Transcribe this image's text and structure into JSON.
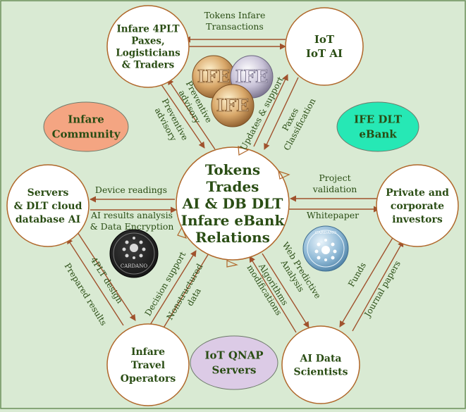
{
  "center": {
    "lines": [
      "Tokens",
      "Trades",
      "AI & DB DLT",
      "Infare eBank",
      "Relations"
    ]
  },
  "nodes": [
    {
      "id": "node-4plt",
      "lines": [
        "Infare 4PLT",
        "Paxes,",
        "Logisticians",
        "& Traders"
      ]
    },
    {
      "id": "node-iot",
      "lines": [
        "IoT",
        "IoT AI"
      ]
    },
    {
      "id": "node-servers",
      "lines": [
        "Servers",
        "& DLT cloud",
        "database AI"
      ]
    },
    {
      "id": "node-investors",
      "lines": [
        "Private and",
        "corporate",
        "investors"
      ]
    },
    {
      "id": "node-travel",
      "lines": [
        "Infare",
        "Travel",
        "Operators"
      ]
    },
    {
      "id": "node-scientists",
      "lines": [
        "AI Data",
        "Scientists"
      ]
    }
  ],
  "boxes": [
    {
      "id": "infare-community",
      "lines": [
        "Infare",
        "Community"
      ],
      "color": "#f4a582"
    },
    {
      "id": "ife-dlt-ebank",
      "lines": [
        "IFE DLT",
        "eBank"
      ],
      "color": "#26e8b5"
    },
    {
      "id": "iot-qnap",
      "lines": [
        "IoT QNAP",
        "Servers"
      ],
      "color": "#dccbe6"
    }
  ],
  "edge_labels": [
    {
      "id": "tokens-infare-transactions",
      "lines": [
        "Tokens Infare",
        "Transactions"
      ]
    },
    {
      "id": "preventive-advisory-left",
      "lines": [
        "Preventive",
        "advisory"
      ]
    },
    {
      "id": "preventive-advisory-right",
      "lines": [
        "Preventive",
        "advisory"
      ]
    },
    {
      "id": "updates-support",
      "lines": [
        "Updates & support"
      ]
    },
    {
      "id": "paxes-classification",
      "lines": [
        "Paxes",
        "Classification"
      ]
    },
    {
      "id": "device-readings",
      "lines": [
        "Device readings"
      ]
    },
    {
      "id": "ai-results-analysis",
      "lines": [
        "AI results analysis",
        "& Data Encryption"
      ]
    },
    {
      "id": "project-validation",
      "lines": [
        "Project",
        "validation"
      ]
    },
    {
      "id": "whitepaper",
      "lines": [
        "Whitepaper"
      ]
    },
    {
      "id": "prepared-results",
      "lines": [
        "Prepared results"
      ]
    },
    {
      "id": "4plt-design",
      "lines": [
        "4PLT design"
      ]
    },
    {
      "id": "decision-support",
      "lines": [
        "Decision support"
      ]
    },
    {
      "id": "nonstructured-data",
      "lines": [
        "Nonstructured",
        "data"
      ]
    },
    {
      "id": "web-predictive",
      "lines": [
        "Web Predictive",
        "Analysis"
      ]
    },
    {
      "id": "algorithms-modifications",
      "lines": [
        "Algorithms",
        "modifications"
      ]
    },
    {
      "id": "funds",
      "lines": [
        "Funds"
      ]
    },
    {
      "id": "journal-papers",
      "lines": [
        "Journal papers"
      ]
    }
  ],
  "coins": {
    "ife": [
      "IFE",
      "IFE",
      "IFE"
    ],
    "cardano": "CARDANO",
    "cardano2": "CARDANO"
  },
  "colors": {
    "background": "#d9ead3",
    "border": "#6b8f5a",
    "text": "#2a4d14",
    "arrow": "#a0522d",
    "node_fill": "#ffffff",
    "node_stroke": "#b0672a"
  }
}
